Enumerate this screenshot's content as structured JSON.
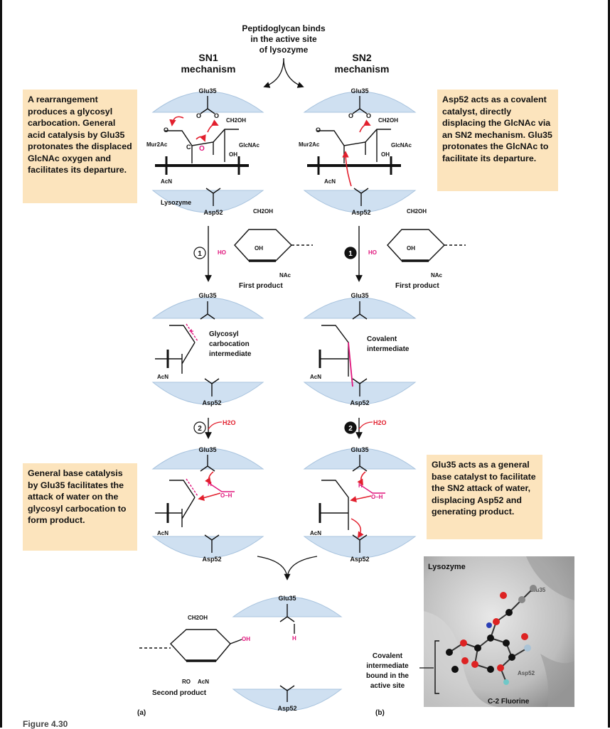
{
  "top_caption": [
    "Peptidoglycan binds",
    "in the active site",
    "of lysozyme"
  ],
  "sn1_header": [
    "SN1",
    "mechanism"
  ],
  "sn2_header": [
    "SN2",
    "mechanism"
  ],
  "notes": {
    "left_top": "A rearrangement produces a glycosyl carbocation. General acid catalysis by Glu35 protonates the displaced GlcNAc oxygen and facilitates its departure.",
    "right_top": "Asp52 acts as a covalent catalyst, directly displacing the GlcNAc via an SN2 mechanism. Glu35 protonates the GlcNAc to facilitate its departure.",
    "left_bottom": "General base catalysis by Glu35 facilitates the attack of water on the glycosyl carbocation to form product.",
    "right_bottom": "Glu35 acts as a general base catalyst to facilitate the SN2 attack of water, displacing Asp52 and generating product."
  },
  "labels": {
    "glu": "Glu35",
    "asp": "Asp52",
    "lysozyme": "Lysozyme",
    "mur2ac": "Mur2Ac",
    "glcnac": "GlcNAc",
    "acn": "AcN",
    "ch2oh": "CH2OH",
    "oh": "OH",
    "ho": "HO",
    "h": "H",
    "nac": "NAc",
    "ro": "RO",
    "water": "H2O",
    "first_product": "First product",
    "second_product": "Second product",
    "carbocation": [
      "Glycosyl",
      "carbocation",
      "intermediate"
    ],
    "covalent": [
      "Covalent",
      "intermediate"
    ],
    "covalent_bound": [
      "Covalent",
      "intermediate",
      "bound in the",
      "active site"
    ],
    "c2_fluorine": "C-2 Fluorine",
    "panel_a": "(a)",
    "panel_b": "(b)",
    "step1": "1",
    "step2": "2"
  },
  "footer": "Figure 4.30",
  "colors": {
    "enzyme_blue": "#cfe0f1",
    "note_bg": "#fce4bd",
    "arrow_red": "#e21f2d",
    "bond_magenta": "#e0157c",
    "surface_gray": "#b9b9b9"
  }
}
